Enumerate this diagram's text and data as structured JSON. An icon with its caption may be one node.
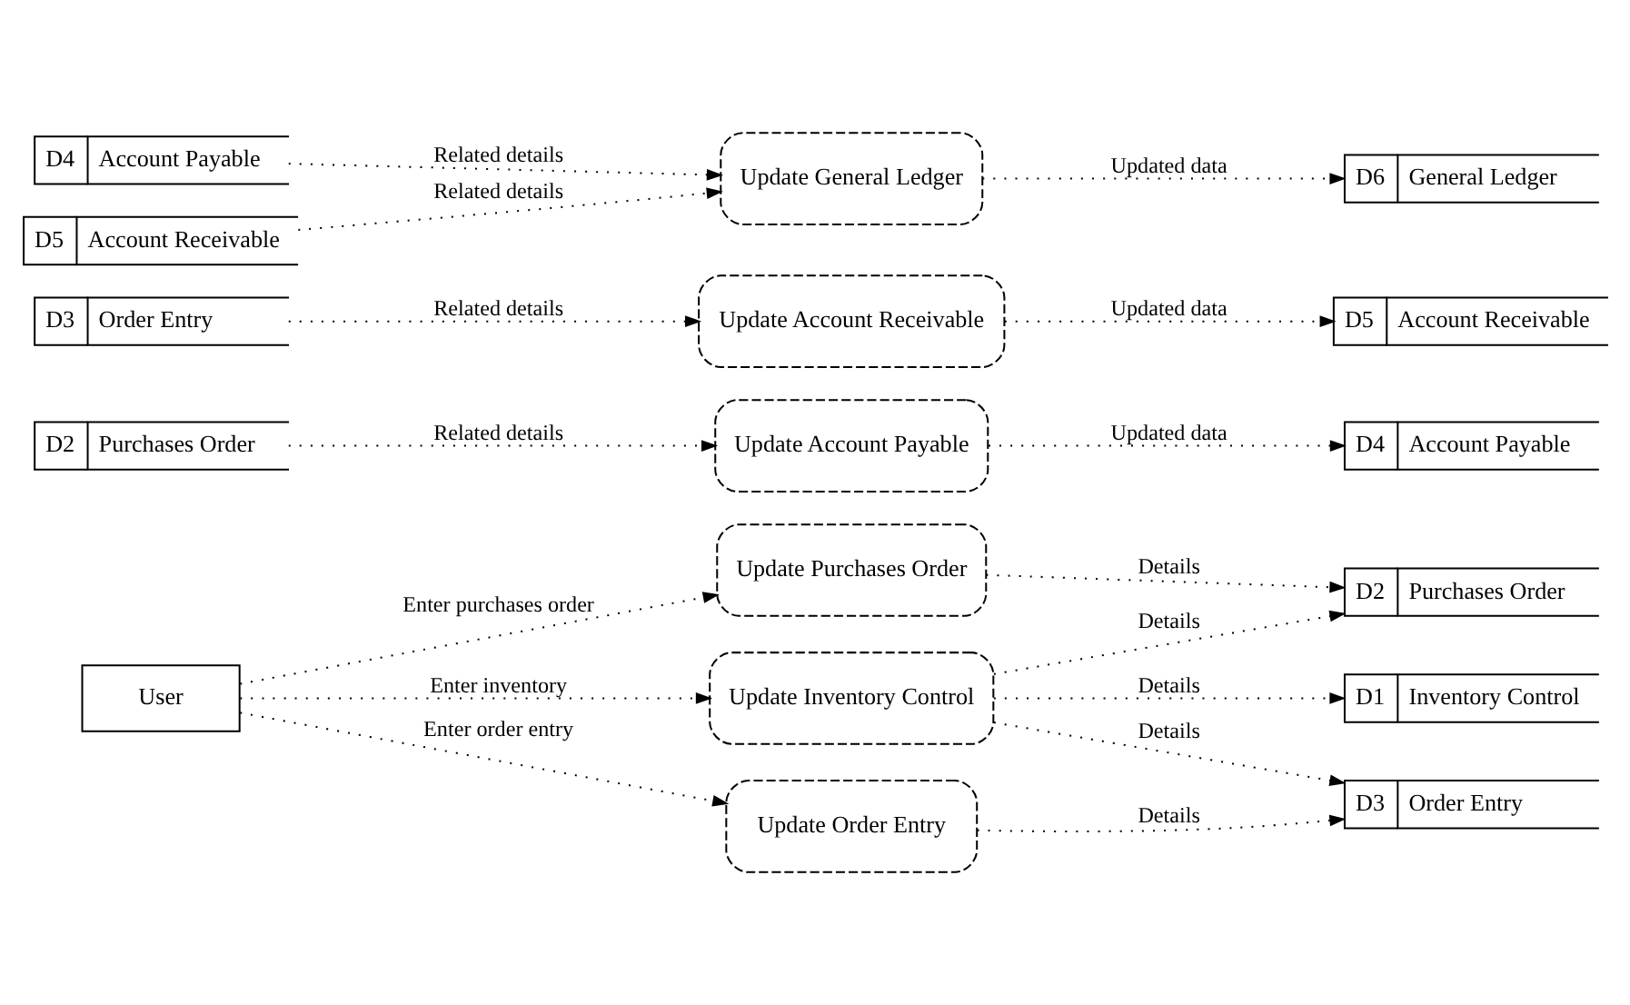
{
  "diagram": {
    "nodes": [
      {
        "text": [
          "User"
        ]
      },
      {
        "text": [
          "Update Purchases Order"
        ]
      },
      {
        "text": [
          "Update Inventory Control"
        ]
      },
      {
        "text": [
          "Update Order Entry"
        ]
      },
      {
        "text": [
          "Update Account Payable"
        ]
      },
      {
        "text": [
          "Update Account Receivable"
        ]
      },
      {
        "text": [
          "Update General Ledger"
        ]
      },
      {
        "text": [
          "D2",
          "Purchases Order"
        ]
      },
      {
        "text": [
          "D1",
          "Inventory Control"
        ]
      },
      {
        "text": [
          "D3",
          "Order Entry"
        ]
      },
      {
        "text": [
          "D4",
          "Account Payable"
        ]
      },
      {
        "text": [
          "D5",
          "Account Receivable"
        ]
      },
      {
        "text": [
          "D6",
          "General Ledger"
        ]
      },
      {
        "text": [
          "D2",
          "Purchases Order"
        ]
      },
      {
        "text": [
          "D3",
          "Order Entry"
        ]
      },
      {
        "text": [
          "D4",
          "Account Payable"
        ]
      },
      {
        "text": [
          "D5",
          "Account Receivable"
        ]
      }
    ],
    "edges": [
      {
        "from": 0,
        "to": 1,
        "arrow": "to",
        "label": "Enter purchases order"
      },
      {
        "from": 0,
        "to": 2,
        "arrow": "to",
        "label": "Enter inventory"
      },
      {
        "from": 0,
        "to": 3,
        "arrow": "to",
        "label": "Enter order entry"
      },
      {
        "from": 1,
        "to": 7,
        "arrow": "to",
        "label": "Details"
      },
      {
        "from": 2,
        "to": 7,
        "arrow": "to",
        "label": "Details"
      },
      {
        "from": 2,
        "to": 8,
        "arrow": "to",
        "label": "Details"
      },
      {
        "from": 2,
        "to": 9,
        "arrow": "to",
        "label": "Details"
      },
      {
        "from": 3,
        "to": 9,
        "arrow": "to",
        "label": "Details"
      },
      {
        "from": 13,
        "to": 4,
        "arrow": "to",
        "label": "Related details"
      },
      {
        "from": 4,
        "to": 10,
        "arrow": "to",
        "label": "Updated data"
      },
      {
        "from": 14,
        "to": 5,
        "arrow": "to",
        "label": "Related details"
      },
      {
        "from": 5,
        "to": 11,
        "arrow": "to",
        "label": "Updated data"
      },
      {
        "from": 15,
        "to": 6,
        "arrow": "to",
        "label": "Related details"
      },
      {
        "from": 16,
        "to": 6,
        "arrow": "to",
        "label": "Related details"
      },
      {
        "from": 6,
        "to": 12,
        "arrow": "to",
        "label": "Updated data"
      }
    ]
  }
}
